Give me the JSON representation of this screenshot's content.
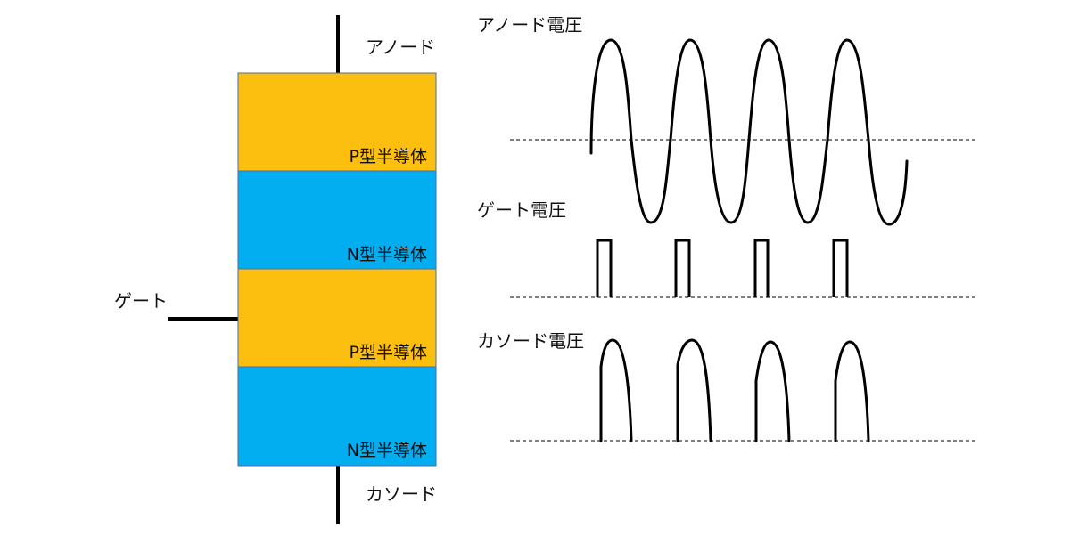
{
  "colors": {
    "p_type": "#fdbf0f",
    "n_type": "#03aef0",
    "border": "#4a6fa5",
    "line": "#000000",
    "baseline": "#333333"
  },
  "layers": [
    {
      "type": "p",
      "label": "P型半導体"
    },
    {
      "type": "n",
      "label": "N型半導体"
    },
    {
      "type": "p",
      "label": "P型半導体"
    },
    {
      "type": "n",
      "label": "N型半導体"
    }
  ],
  "terminals": {
    "anode": "アノード",
    "gate": "ゲート",
    "cathode": "カソード"
  },
  "waveforms": {
    "anode_title": "アノード電圧",
    "gate_title": "ゲート電圧",
    "cathode_title": "カソード電圧"
  }
}
